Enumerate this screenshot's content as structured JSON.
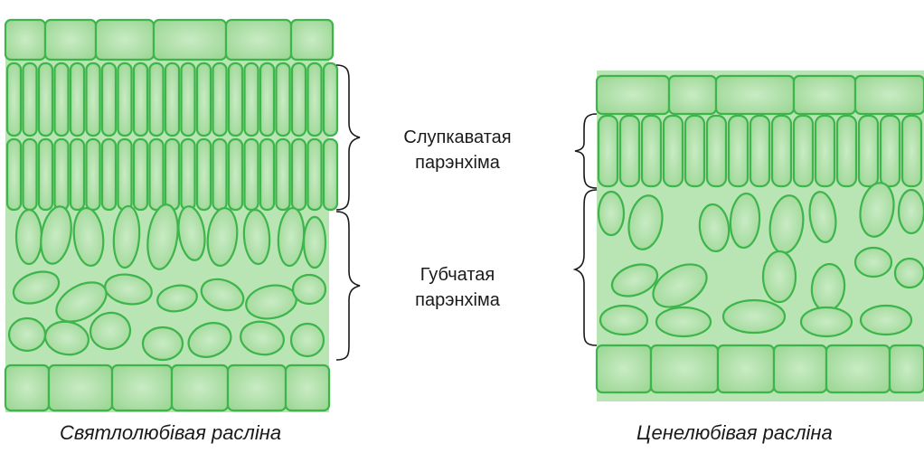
{
  "labels": {
    "palisade": {
      "line1": "Слупкаватая",
      "line2": "парэнхіма"
    },
    "spongy": {
      "line1": "Губчатая",
      "line2": "парэнхіма"
    }
  },
  "captions": {
    "left": "Святлолюбівая расліна",
    "right": "Ценелюбівая расліна"
  },
  "colors": {
    "cell_fill": "#b9e4b4",
    "cell_stroke": "#3cb54a",
    "cell_inner": "#a8dca2",
    "background": "#ffffff"
  }
}
